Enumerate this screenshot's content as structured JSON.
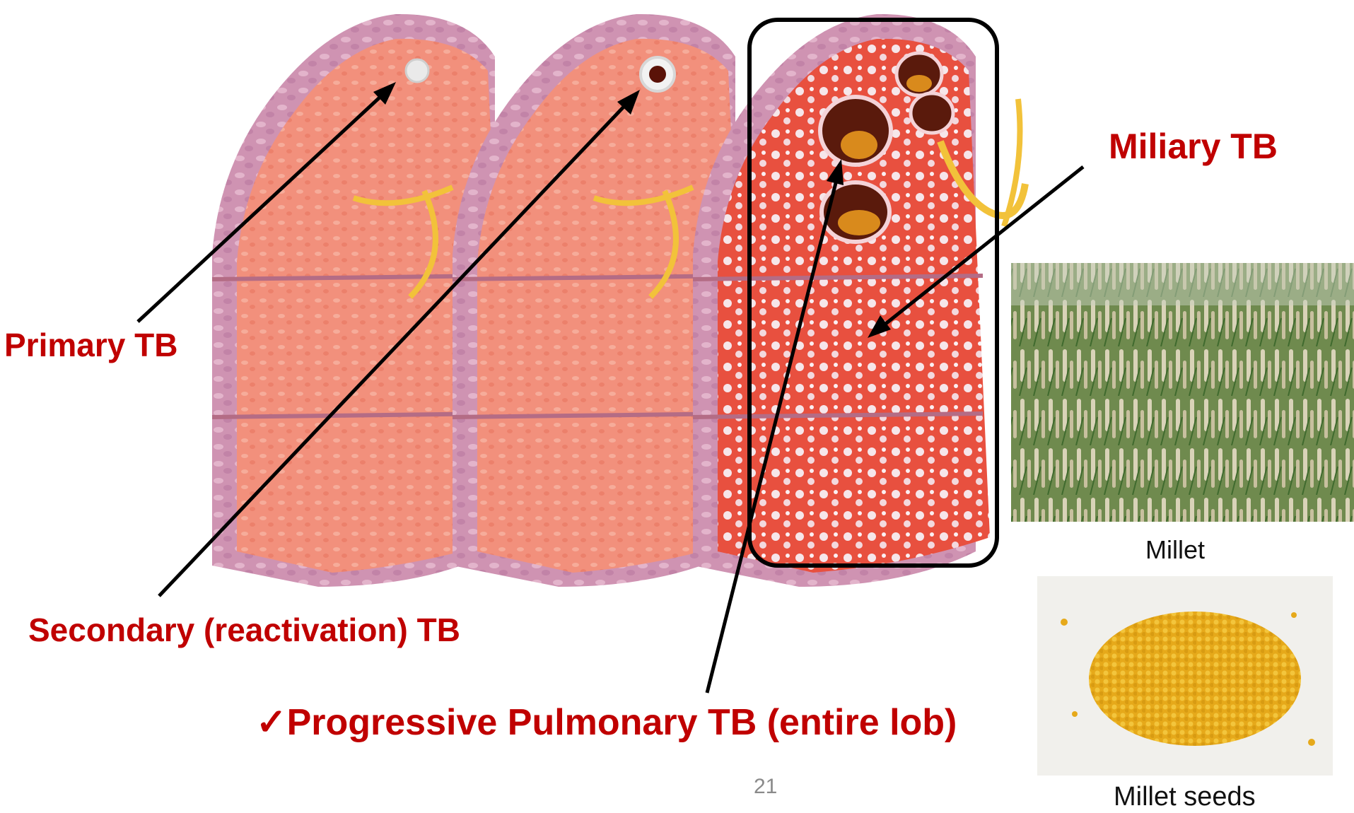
{
  "labels": {
    "primary": "Primary TB",
    "secondary": "Secondary  (reactivation) TB",
    "progressive_check": "✓",
    "progressive": "Progressive Pulmonary TB (entire lob)",
    "miliary": "Miliary TB"
  },
  "captions": {
    "millet": "Millet",
    "millet_seeds": "Millet seeds"
  },
  "page_number": "21",
  "colors": {
    "label_red": "#c00000",
    "lung_flesh": "#f08a78",
    "lung_pleura": "#c98aa8",
    "arrow": "#000000"
  }
}
